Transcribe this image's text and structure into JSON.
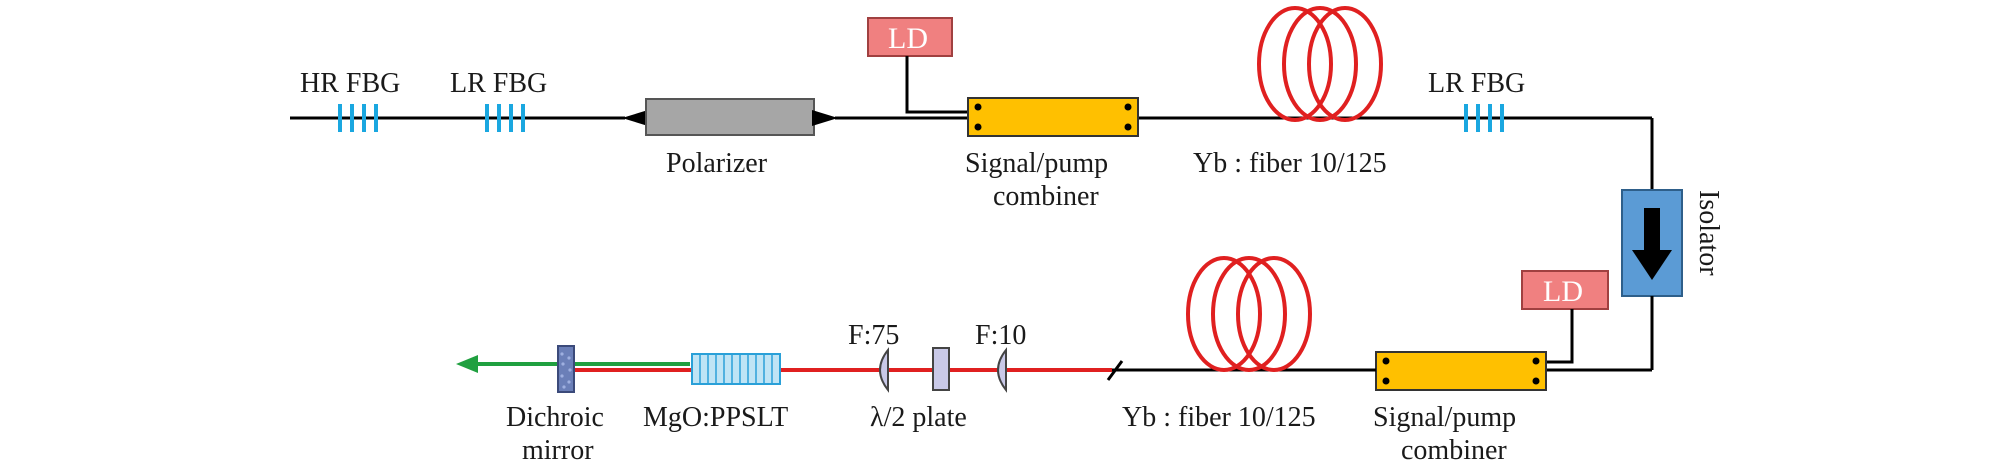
{
  "labels": {
    "hr_fbg": "HR FBG",
    "lr_fbg_1": "LR FBG",
    "lr_fbg_2": "LR FBG",
    "polarizer": "Polarizer",
    "ld_top": "LD",
    "ld_bottom": "LD",
    "combiner_top_line1": "Signal/pump",
    "combiner_top_line2": "combiner",
    "combiner_bottom_line1": "Signal/pump",
    "combiner_bottom_line2": "combiner",
    "fiber_top": "Yb : fiber 10/125",
    "fiber_bottom": "Yb : fiber 10/125",
    "isolator": "Isolator",
    "lens_f75": "F:75",
    "lens_f10": "F:10",
    "half_wave_plate": "λ/2 plate",
    "crystal": "MgO:PPSLT",
    "dichroic_line1": "Dichroic",
    "dichroic_line2": "mirror"
  },
  "colors": {
    "fiber": "#000000",
    "fbg": "#1aa7e0",
    "polarizer_body": "#a6a6a6",
    "ld_box": "#f08080",
    "combiner": "#ffc000",
    "coil": "#e02020",
    "isolator": "#5b9bd5",
    "beam_red": "#e02020",
    "beam_green": "#20a040",
    "crystal": "#bfe4f5",
    "crystal_lines": "#2aa0d8",
    "plate": "#c9c9e8",
    "lens": "#c9c9e8",
    "mirror": "#6b7fb8"
  }
}
